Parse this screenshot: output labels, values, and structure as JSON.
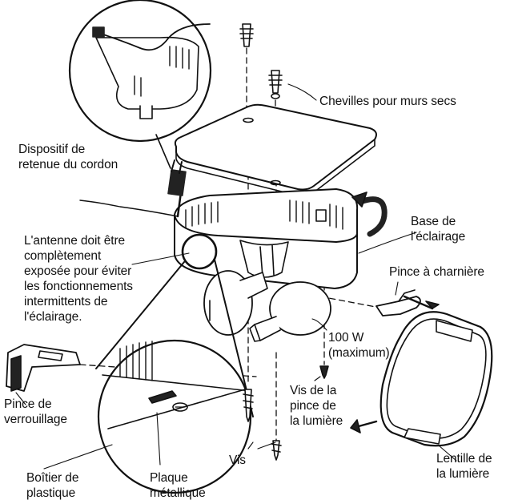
{
  "labels": {
    "wall_anchors": "Chevilles pour murs secs",
    "cord_retainer": "Dispositif de\nretenue du cordon",
    "antenna_note": "L'antenne doit être\ncomplètement\nexposée pour éviter\nles fonctionnements\nintermittents de\nl'éclairage.",
    "light_base": "Base de\nl'éclairage",
    "hinge_clip": "Pince à charnière",
    "wattage": "100 W\n(maximum)",
    "locking_clip": "Pince de\nverrouillage",
    "lens_screw": "Vis de la\npince de\nla lumière",
    "screws": "Vis",
    "plastic_housing": "Boîtier de\nplastique",
    "metal_plate": "Plaque\nmétallique",
    "light_lens": "Lentille de\nla lumière"
  }
}
